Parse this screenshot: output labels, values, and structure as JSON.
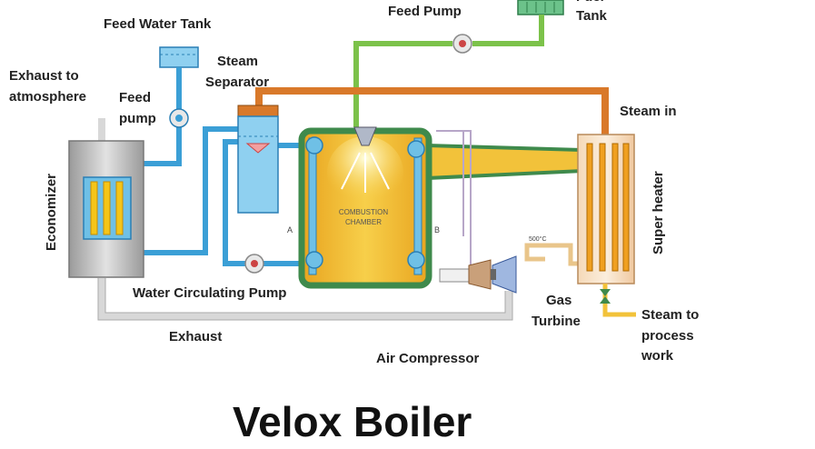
{
  "title": "Velox Boiler",
  "labels": {
    "feed_water_tank": "Feed Water Tank",
    "feed_pump_top": "Feed Pump",
    "fuel_tank_line1": "Fuel",
    "fuel_tank_line2": "Tank",
    "exhaust_line1": "Exhaust to",
    "exhaust_line2": "atmosphere",
    "feed_pump_left_line1": "Feed",
    "feed_pump_left_line2": "pump",
    "steam_separator_line1": "Steam",
    "steam_separator_line2": "Separator",
    "steam_in": "Steam in",
    "economizer": "Economizer",
    "super_heater": "Super heater",
    "water_circulating_pump": "Water Circulating Pump",
    "gas_line1": "Gas",
    "gas_line2": "Turbine",
    "steam_to_line1": "Steam to",
    "steam_to_line2": "process",
    "steam_to_line3": "work",
    "exhaust": "Exhaust",
    "air_compressor": "Air Compressor",
    "combustion_line1": "COMBUSTION",
    "combustion_line2": "CHAMBER",
    "point_a": "A",
    "point_b": "B",
    "temp_tag": "500°C"
  },
  "colors": {
    "water_pipe": "#3b9fd6",
    "steam_pipe": "#d9792a",
    "hot_gas_pipe": "#f2c23a",
    "feed_line": "#7cc24a",
    "exhaust_pipe": "#d8d8d8",
    "chamber_border": "#3f8a4c",
    "chamber_fill": "#f2b72b"
  },
  "icons": [
    "fuel-tank-icon",
    "feed-water-tank-icon",
    "pump-icon",
    "burner-icon",
    "compressor-icon",
    "turbine-icon",
    "valve-icon"
  ]
}
